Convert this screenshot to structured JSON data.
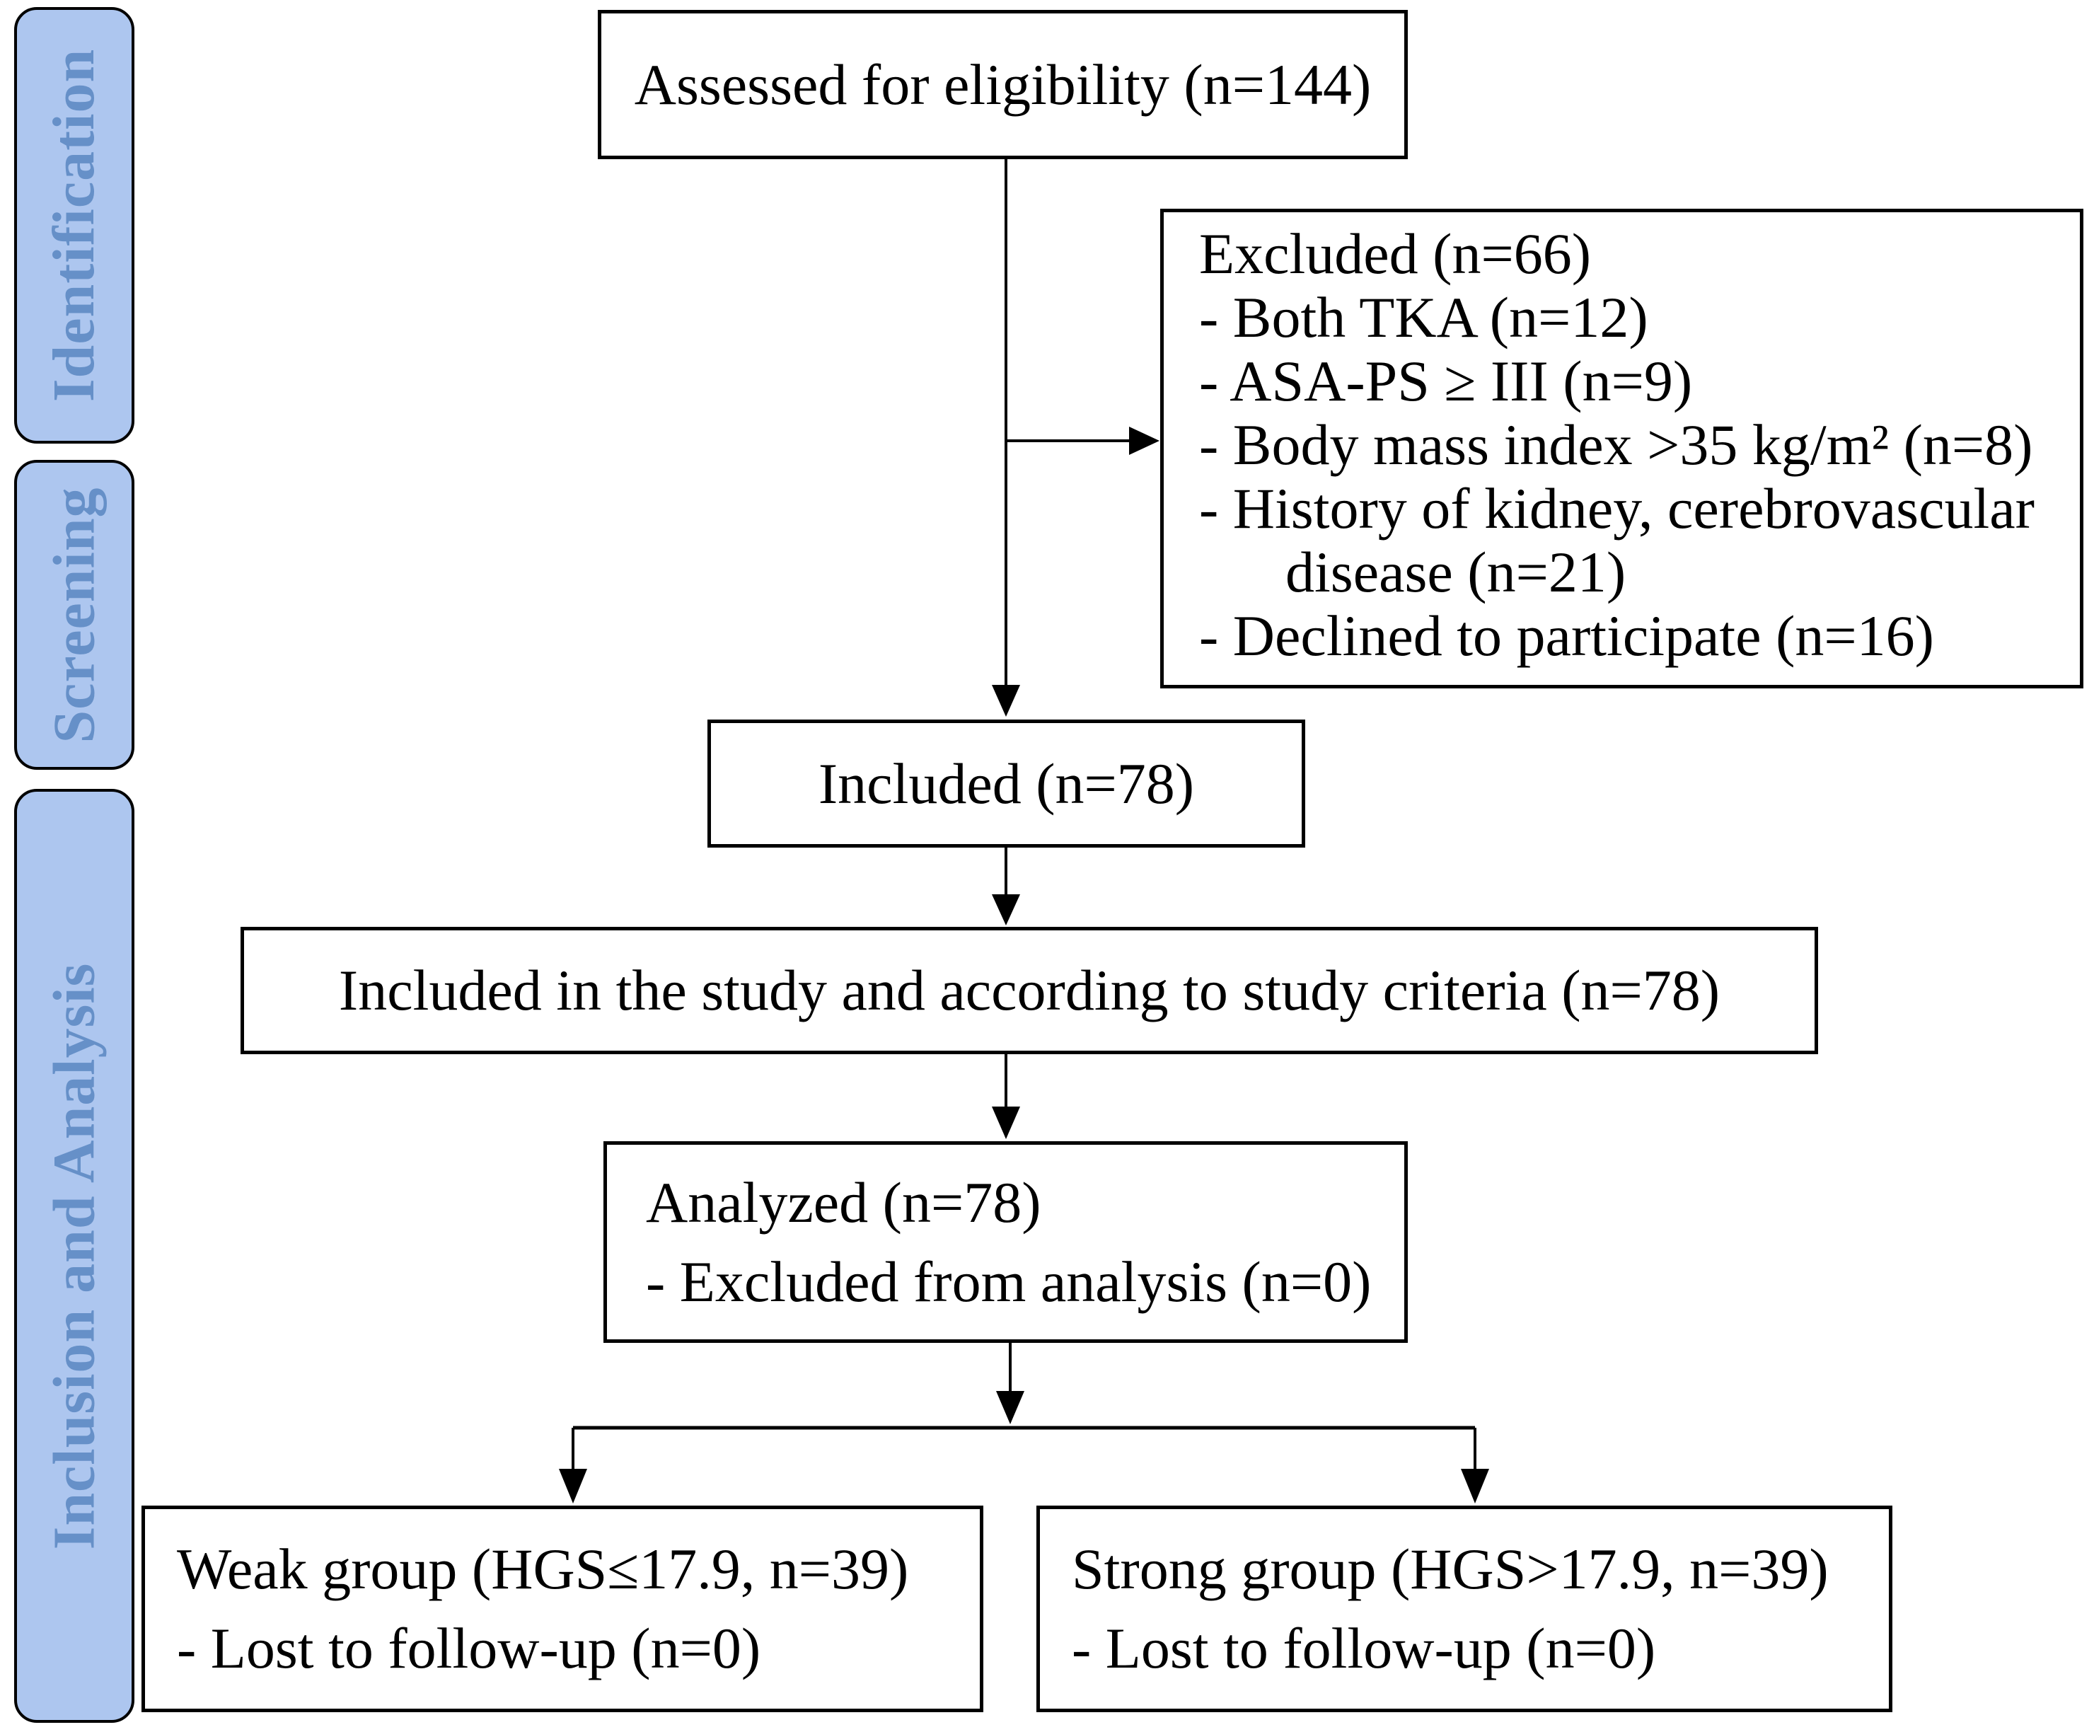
{
  "figure": {
    "background_color": "#ffffff",
    "box_fill_color": "#ffffff",
    "box_border_color": "#000000",
    "box_text_color": "#000000"
  },
  "sidebar": {
    "fill_color": "#adc6ef",
    "border_color": "#000000",
    "text_color": "#6690c8",
    "stages": [
      {
        "label": "Identification"
      },
      {
        "label": "Screening"
      },
      {
        "label": "Inclusion and Analysis"
      }
    ]
  },
  "flowchart": {
    "assessed": {
      "label": "Assessed for eligibility (n=144)"
    },
    "excluded": {
      "lines": [
        "Excluded (n=66)",
        "- Both TKA (n=12)",
        "- ASA-PS ≥ III (n=9)",
        "- Body mass index >35 kg/m² (n=8)",
        "- History of kidney, cerebrovascular",
        "disease (n=21)",
        "- Declined to participate (n=16)"
      ]
    },
    "included": {
      "label": "Included (n=78)"
    },
    "included_study": {
      "label": "Included in the study and according to study criteria (n=78)"
    },
    "analyzed": {
      "lines": [
        "Analyzed (n=78)",
        "- Excluded from analysis (n=0)"
      ]
    },
    "weak_group": {
      "lines": [
        "Weak group (HGS≤17.9, n=39)",
        "- Lost to follow-up (n=0)"
      ]
    },
    "strong_group": {
      "lines": [
        "Strong group (HGS>17.9, n=39)",
        "- Lost to follow-up (n=0)"
      ]
    }
  }
}
